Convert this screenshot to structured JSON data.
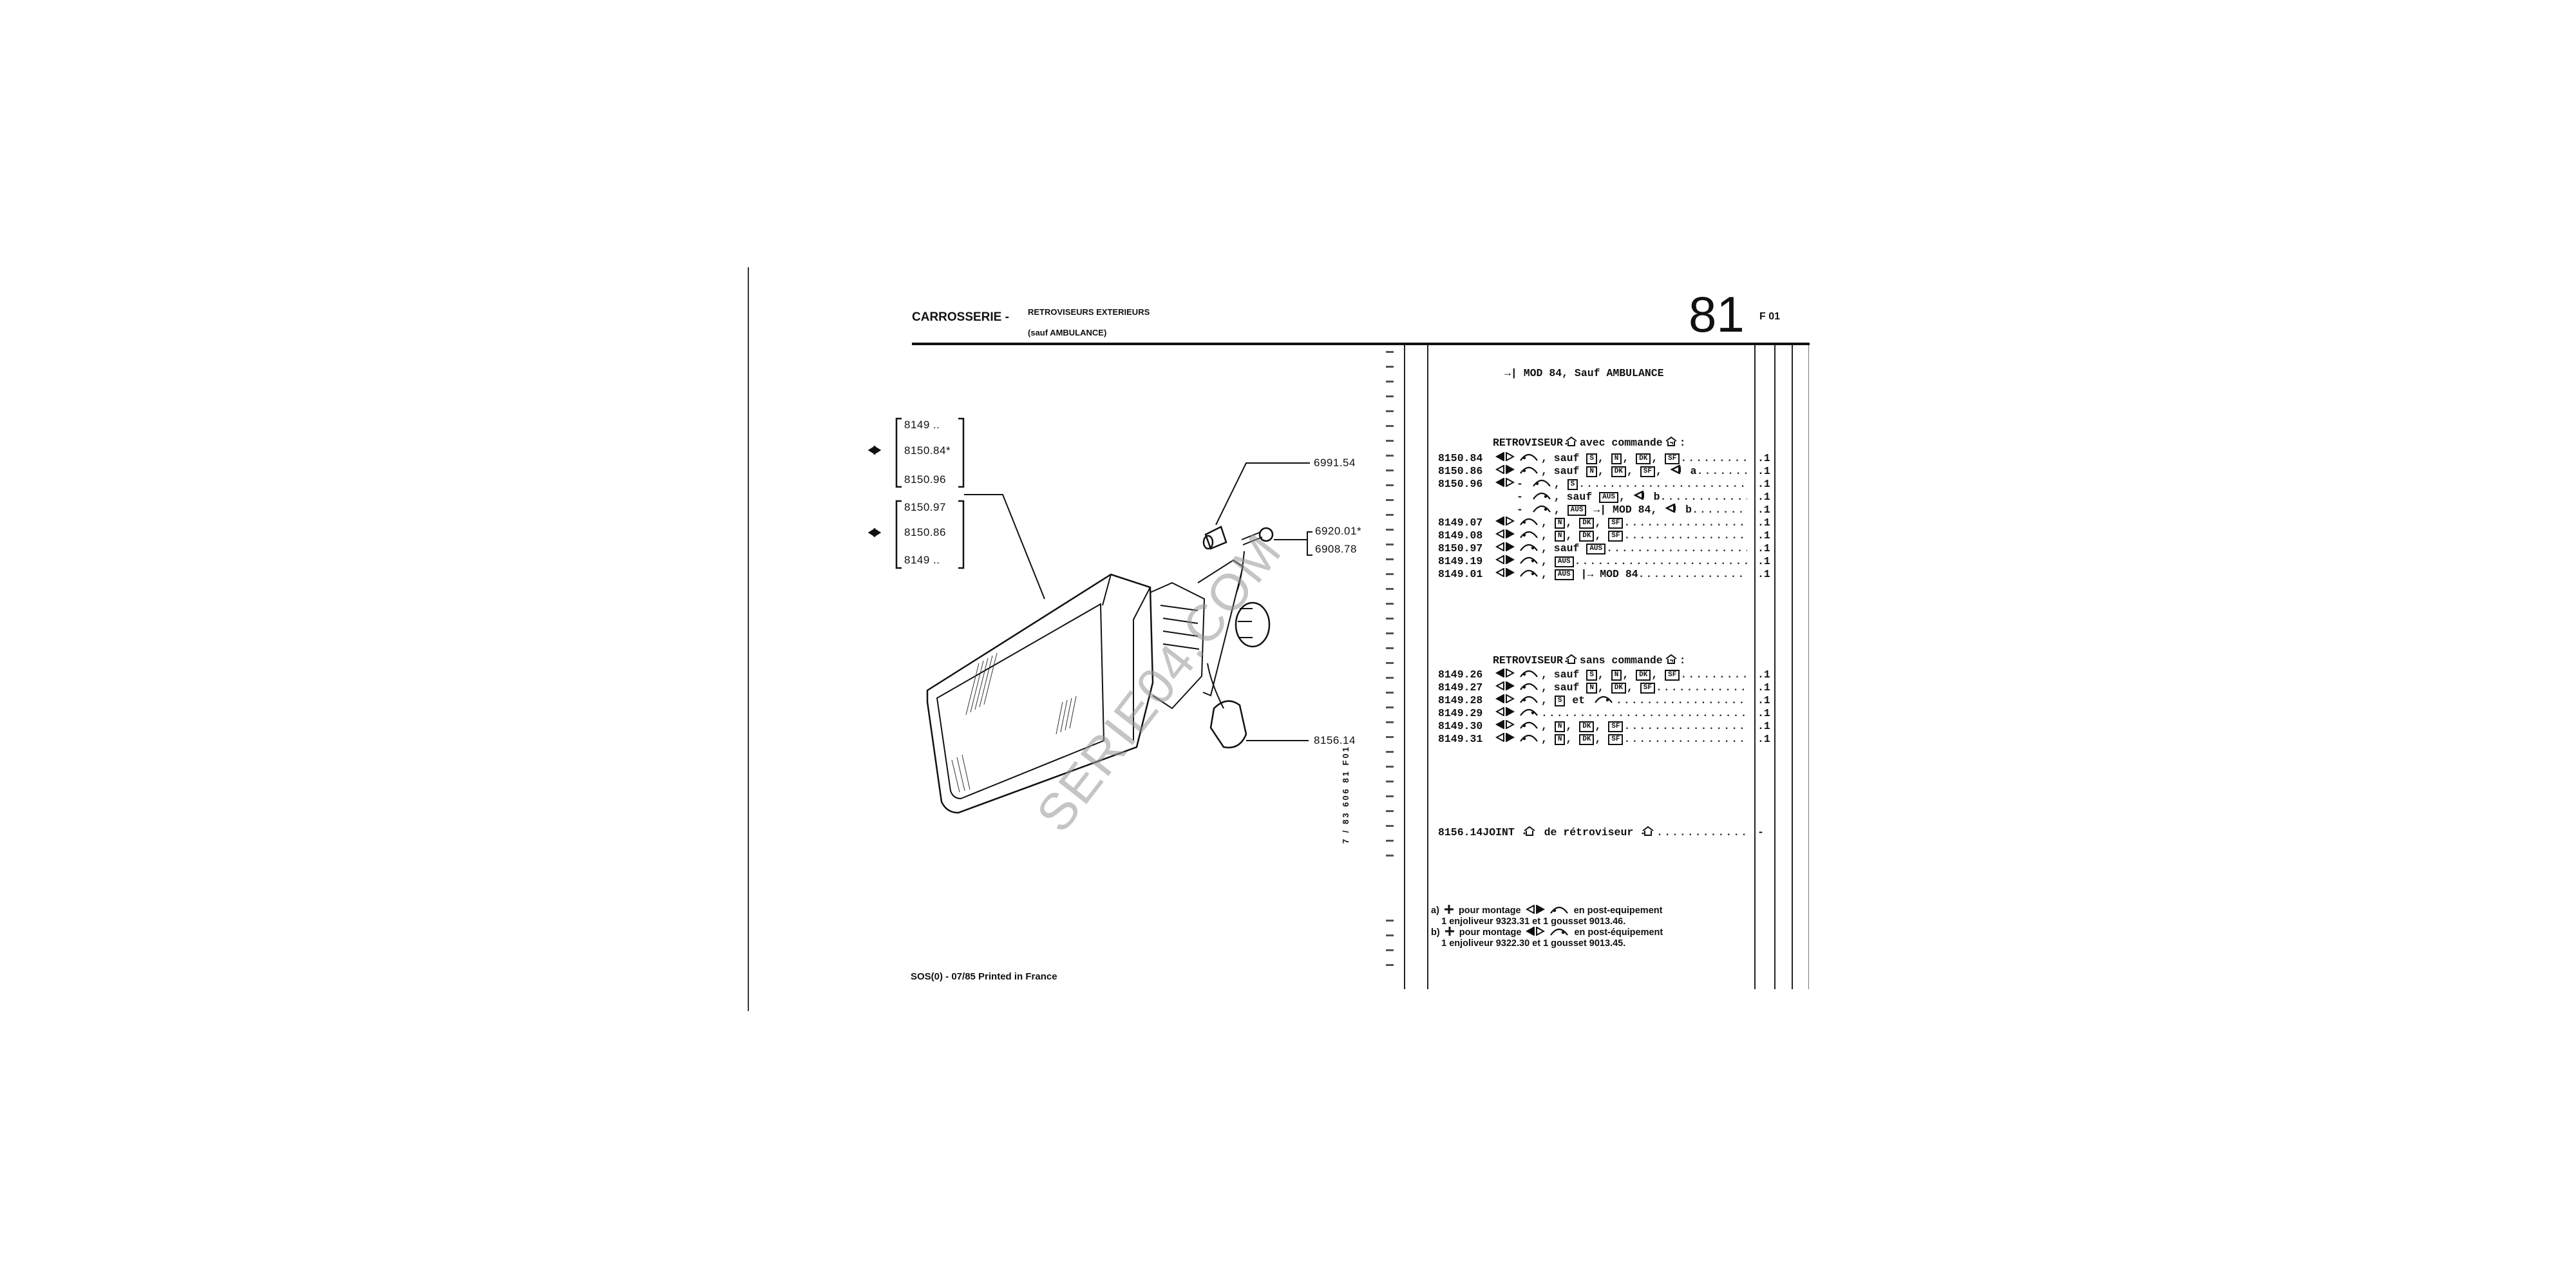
{
  "header": {
    "section": "CARROSSERIE -",
    "subtitle_line1": "RETROVISEURS EXTERIEURS",
    "subtitle_line2": "(sauf AMBULANCE)",
    "group_number": "81",
    "page_code": "F 01"
  },
  "side_code": "7 / 83  606  81  F01",
  "footer": "SOS(0) - 07/85 Printed in France",
  "watermark": "SERIE04.COM",
  "diagram": {
    "bracket1": [
      "8149 ..",
      "8150.84*",
      "8150.96"
    ],
    "bracket2": [
      "8150.97",
      "8150.86",
      "8149 .."
    ],
    "bush": "6991.54",
    "screws": [
      "6920.01*",
      "6908.78"
    ],
    "gasket": "8156.14"
  },
  "table": {
    "applicability": "MOD 84, Sauf AMBULANCE",
    "group1_title": {
      "pre": "RETROVISEUR",
      "mid": "avec commande",
      "post": ":"
    },
    "group1": [
      {
        "ref": "8150.84",
        "side": "L",
        "seg": [
          {
            "a": "L"
          },
          {
            "t": ", sauf "
          },
          {
            "c": "S"
          },
          {
            "t": ", "
          },
          {
            "c": "N"
          },
          {
            "t": ", "
          },
          {
            "c": "DK"
          },
          {
            "t": ", "
          },
          {
            "c": "SF"
          }
        ],
        "qty": ".1"
      },
      {
        "ref": "8150.86",
        "side": "R",
        "seg": [
          {
            "a": "L"
          },
          {
            "t": ", sauf "
          },
          {
            "c": "N"
          },
          {
            "t": ", "
          },
          {
            "c": "DK"
          },
          {
            "t": ", "
          },
          {
            "c": "SF"
          },
          {
            "t": ", "
          },
          {
            "tri": 1
          },
          {
            "t": " a"
          }
        ],
        "qty": ".1"
      },
      {
        "ref": "8150.96",
        "side": "L",
        "seg": [
          {
            "t": "- "
          },
          {
            "a": "L"
          },
          {
            "t": ", "
          },
          {
            "c": "S"
          }
        ],
        "qty": ".1"
      },
      {
        "ref": "",
        "side": "",
        "seg": [
          {
            "t": "- "
          },
          {
            "a": "R"
          },
          {
            "t": ", sauf "
          },
          {
            "c": "AUS"
          },
          {
            "t": ", "
          },
          {
            "tri": 1
          },
          {
            "t": " b"
          }
        ],
        "qty": ".1"
      },
      {
        "ref": "",
        "side": "",
        "seg": [
          {
            "t": "- "
          },
          {
            "a": "R"
          },
          {
            "t": ", "
          },
          {
            "c": "AUS"
          },
          {
            "t": " →| MOD 84, "
          },
          {
            "tri": 1
          },
          {
            "t": " b"
          }
        ],
        "qty": ".1"
      },
      {
        "ref": "8149.07",
        "side": "L",
        "seg": [
          {
            "a": "L"
          },
          {
            "t": ", "
          },
          {
            "c": "N"
          },
          {
            "t": ", "
          },
          {
            "c": "DK"
          },
          {
            "t": ", "
          },
          {
            "c": "SF"
          }
        ],
        "qty": ".1"
      },
      {
        "ref": "8149.08",
        "side": "R",
        "seg": [
          {
            "a": "L"
          },
          {
            "t": ", "
          },
          {
            "c": "N"
          },
          {
            "t": ", "
          },
          {
            "c": "DK"
          },
          {
            "t": ", "
          },
          {
            "c": "SF"
          }
        ],
        "qty": ".1"
      },
      {
        "ref": "8150.97",
        "side": "R",
        "seg": [
          {
            "a": "R"
          },
          {
            "t": ", sauf "
          },
          {
            "c": "AUS"
          }
        ],
        "qty": ".1"
      },
      {
        "ref": "8149.19",
        "side": "R",
        "seg": [
          {
            "a": "R"
          },
          {
            "t": ", "
          },
          {
            "c": "AUS"
          }
        ],
        "qty": ".1"
      },
      {
        "ref": "8149.01",
        "side": "R",
        "seg": [
          {
            "a": "R"
          },
          {
            "t": ", "
          },
          {
            "c": "AUS"
          },
          {
            "t": " |→ MOD 84"
          }
        ],
        "qty": ".1"
      }
    ],
    "group2_title": {
      "pre": "RETROVISEUR",
      "mid": "sans commande",
      "post": ":"
    },
    "group2": [
      {
        "ref": "8149.26",
        "side": "L",
        "seg": [
          {
            "a": "L"
          },
          {
            "t": ", sauf "
          },
          {
            "c": "S"
          },
          {
            "t": ", "
          },
          {
            "c": "N"
          },
          {
            "t": ", "
          },
          {
            "c": "DK"
          },
          {
            "t": ", "
          },
          {
            "c": "SF"
          }
        ],
        "qty": ".1"
      },
      {
        "ref": "8149.27",
        "side": "R",
        "seg": [
          {
            "a": "L"
          },
          {
            "t": ", sauf "
          },
          {
            "c": "N"
          },
          {
            "t": ", "
          },
          {
            "c": "DK"
          },
          {
            "t": ", "
          },
          {
            "c": "SF"
          }
        ],
        "qty": ".1"
      },
      {
        "ref": "8149.28",
        "side": "L",
        "seg": [
          {
            "a": "L"
          },
          {
            "t": ", "
          },
          {
            "c": "S"
          },
          {
            "t": " et "
          },
          {
            "a": "R"
          }
        ],
        "qty": ".1"
      },
      {
        "ref": "8149.29",
        "side": "R",
        "seg": [
          {
            "a": "R"
          }
        ],
        "qty": ".1"
      },
      {
        "ref": "8149.30",
        "side": "L",
        "seg": [
          {
            "a": "L"
          },
          {
            "t": ", "
          },
          {
            "c": "N"
          },
          {
            "t": ", "
          },
          {
            "c": "DK"
          },
          {
            "t": ", "
          },
          {
            "c": "SF"
          }
        ],
        "qty": ".1"
      },
      {
        "ref": "8149.31",
        "side": "R",
        "seg": [
          {
            "a": "L"
          },
          {
            "t": ", "
          },
          {
            "c": "N"
          },
          {
            "t": ", "
          },
          {
            "c": "DK"
          },
          {
            "t": ", "
          },
          {
            "c": "SF"
          }
        ],
        "qty": ".1"
      }
    ],
    "joint": {
      "ref": "8156.14",
      "side": "",
      "seg": [
        {
          "t": "JOINT "
        },
        {
          "h": 1
        },
        {
          "t": " de rétroviseur "
        },
        {
          "h": 1
        }
      ],
      "qty": "-"
    }
  },
  "notes": [
    [
      {
        "t": "a) "
      },
      {
        "plus": 1
      },
      {
        "t": " pour montage "
      },
      {
        "side": "R"
      },
      {
        "a": "L"
      },
      {
        "t": " en post-equipement"
      }
    ],
    [
      {
        "t": "    1 enjoliveur 9323.31 et 1 gousset 9013.46."
      }
    ],
    [
      {
        "t": "b) "
      },
      {
        "plus": 1
      },
      {
        "t": " pour montage "
      },
      {
        "side": "L"
      },
      {
        "a": "R"
      },
      {
        "t": " en post-équipement"
      }
    ],
    [
      {
        "t": "    1 enjoliveur 9322.30 et 1 gousset 9013.45."
      }
    ]
  ]
}
